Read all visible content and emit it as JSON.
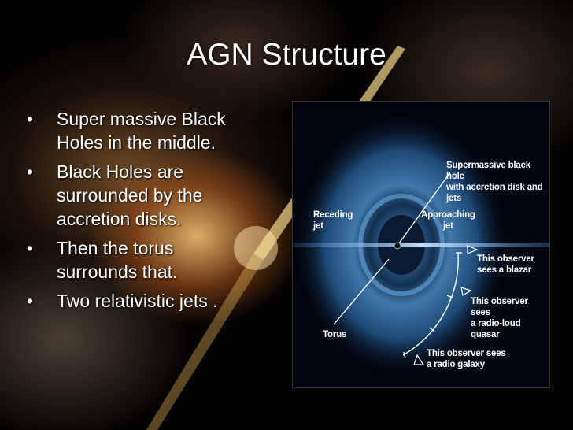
{
  "slide": {
    "title": "AGN Structure",
    "bullets": [
      {
        "line1": "Super massive Black",
        "line2": "Holes in the middle."
      },
      {
        "line1": "Black Holes are",
        "line2": "surrounded by the",
        "line3": "accretion disks."
      },
      {
        "line1": "Then the torus",
        "line2": "surrounds that."
      },
      {
        "line1": "Two relativistic jets ."
      }
    ],
    "bullet_symbol": "•"
  },
  "figure": {
    "labels": {
      "supermassive_line1": "Supermassive black hole",
      "supermassive_line2": "with accretion disk and jets",
      "receding_line1": "Receding",
      "receding_line2": "jet",
      "approaching_line1": "Approaching",
      "approaching_line2": "jet",
      "blazar_line1": "This observer",
      "blazar_line2": "sees a blazar",
      "quasar_line1": "This observer sees",
      "quasar_line2": "a radio-loud quasar",
      "torus": "Torus",
      "galaxy_line1": "This observer sees",
      "galaxy_line2": "a radio galaxy"
    },
    "icons": [
      "eye-observer-icon"
    ]
  }
}
